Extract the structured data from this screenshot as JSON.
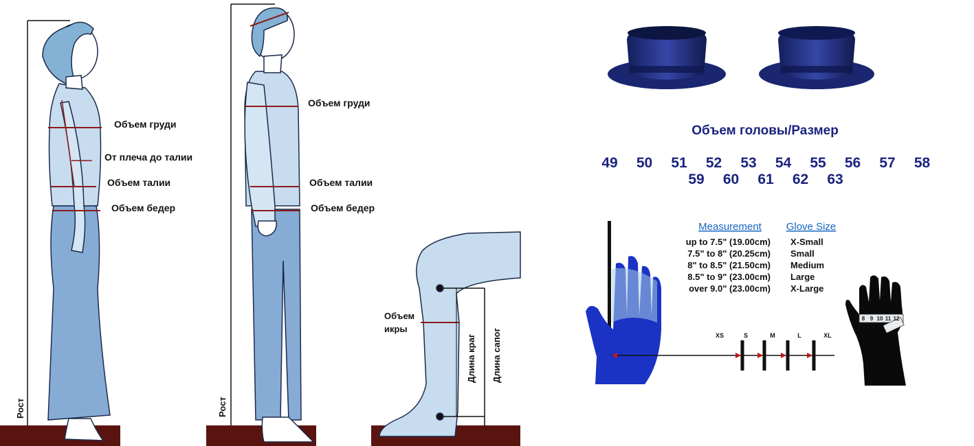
{
  "woman": {
    "chest": "Объем груди",
    "shoulder_waist": "От плеча до талии",
    "waist": "Объем талии",
    "hips": "Объем бедер",
    "height": "Рост"
  },
  "man": {
    "chest": "Объем груди",
    "waist": "Объем талии",
    "hips": "Объем бедер",
    "height": "Рост"
  },
  "leg": {
    "calf": "Объем икры",
    "bootleg": "Длина краг",
    "boot": "Длина сапог"
  },
  "hats": {
    "title": "Объем головы/Размер",
    "sizes": [
      "49",
      "50",
      "51",
      "52",
      "53",
      "54",
      "55",
      "56",
      "57",
      "58",
      "59",
      "60",
      "61",
      "62",
      "63"
    ]
  },
  "gloves": {
    "header_measurement": "Measurement",
    "header_size": "Glove Size",
    "rows": [
      {
        "measurement": "up to 7.5\" (19.00cm)",
        "size": "X-Small"
      },
      {
        "measurement": "7.5\" to 8\" (20.25cm)",
        "size": "Small"
      },
      {
        "measurement": "8\" to 8.5\" (21.50cm)",
        "size": "Medium"
      },
      {
        "measurement": "8.5\" to 9\" (23.00cm)",
        "size": "Large"
      },
      {
        "measurement": "over 9.0\" (23.00cm)",
        "size": "X-Large"
      }
    ],
    "scale_labels": [
      "XS",
      "S",
      "M",
      "L",
      "XL"
    ],
    "tape_numbers": [
      "8",
      "9",
      "10",
      "11",
      "12"
    ]
  },
  "colors": {
    "figure_light": "#c7dcee",
    "figure_mid": "#7fa8d4",
    "outline": "#1b2a4a",
    "measure_line": "#8b1a1a",
    "floor": "#5a1410",
    "hat": "#1f2f80",
    "glove_blue": "#1a33c4",
    "hand_light": "#a9cde6",
    "title_navy": "#1a237e"
  }
}
